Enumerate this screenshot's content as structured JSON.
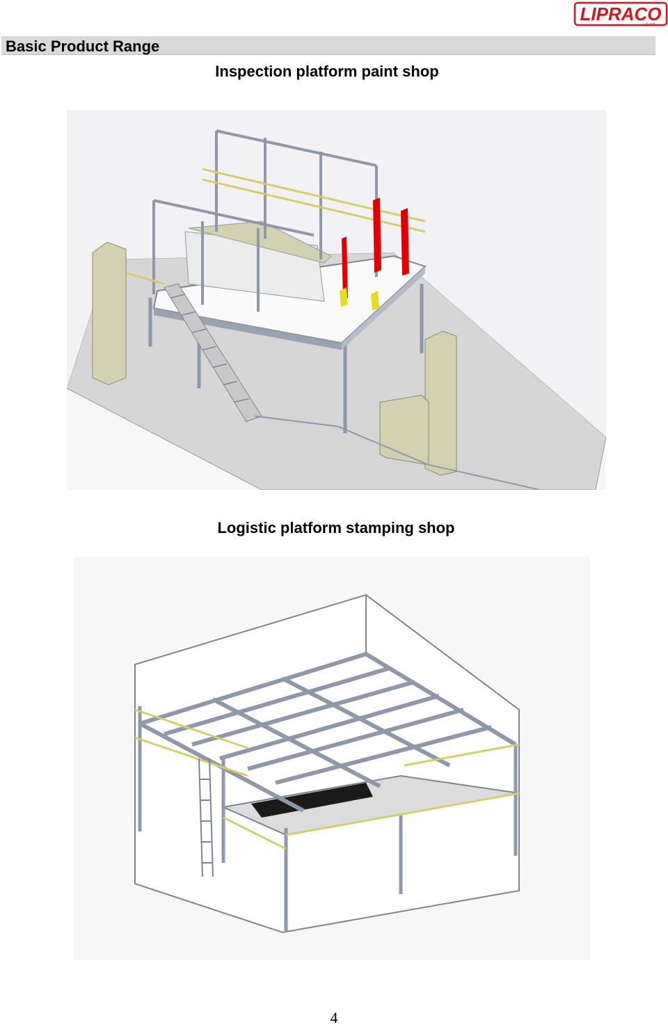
{
  "brand": {
    "logo_text": "LIPRACO",
    "logo_sub": "s.r.o.",
    "colors": {
      "logo_red": "#d8141e",
      "steel": "#8f98a8",
      "handrail": "#d4cf6a",
      "concrete": "#d2d1b0",
      "floor": "#d6d6d6",
      "door_red": "#e00000",
      "door_yellow": "#e6dc1e"
    }
  },
  "header": {
    "title": "Basic Product Range"
  },
  "sections": [
    {
      "caption": "Inspection platform paint shop",
      "icon": "inspection-platform-drawing"
    },
    {
      "caption": "Logistic platform stamping shop",
      "icon": "logistic-platform-drawing"
    }
  ],
  "footer": {
    "page_number": "4"
  }
}
